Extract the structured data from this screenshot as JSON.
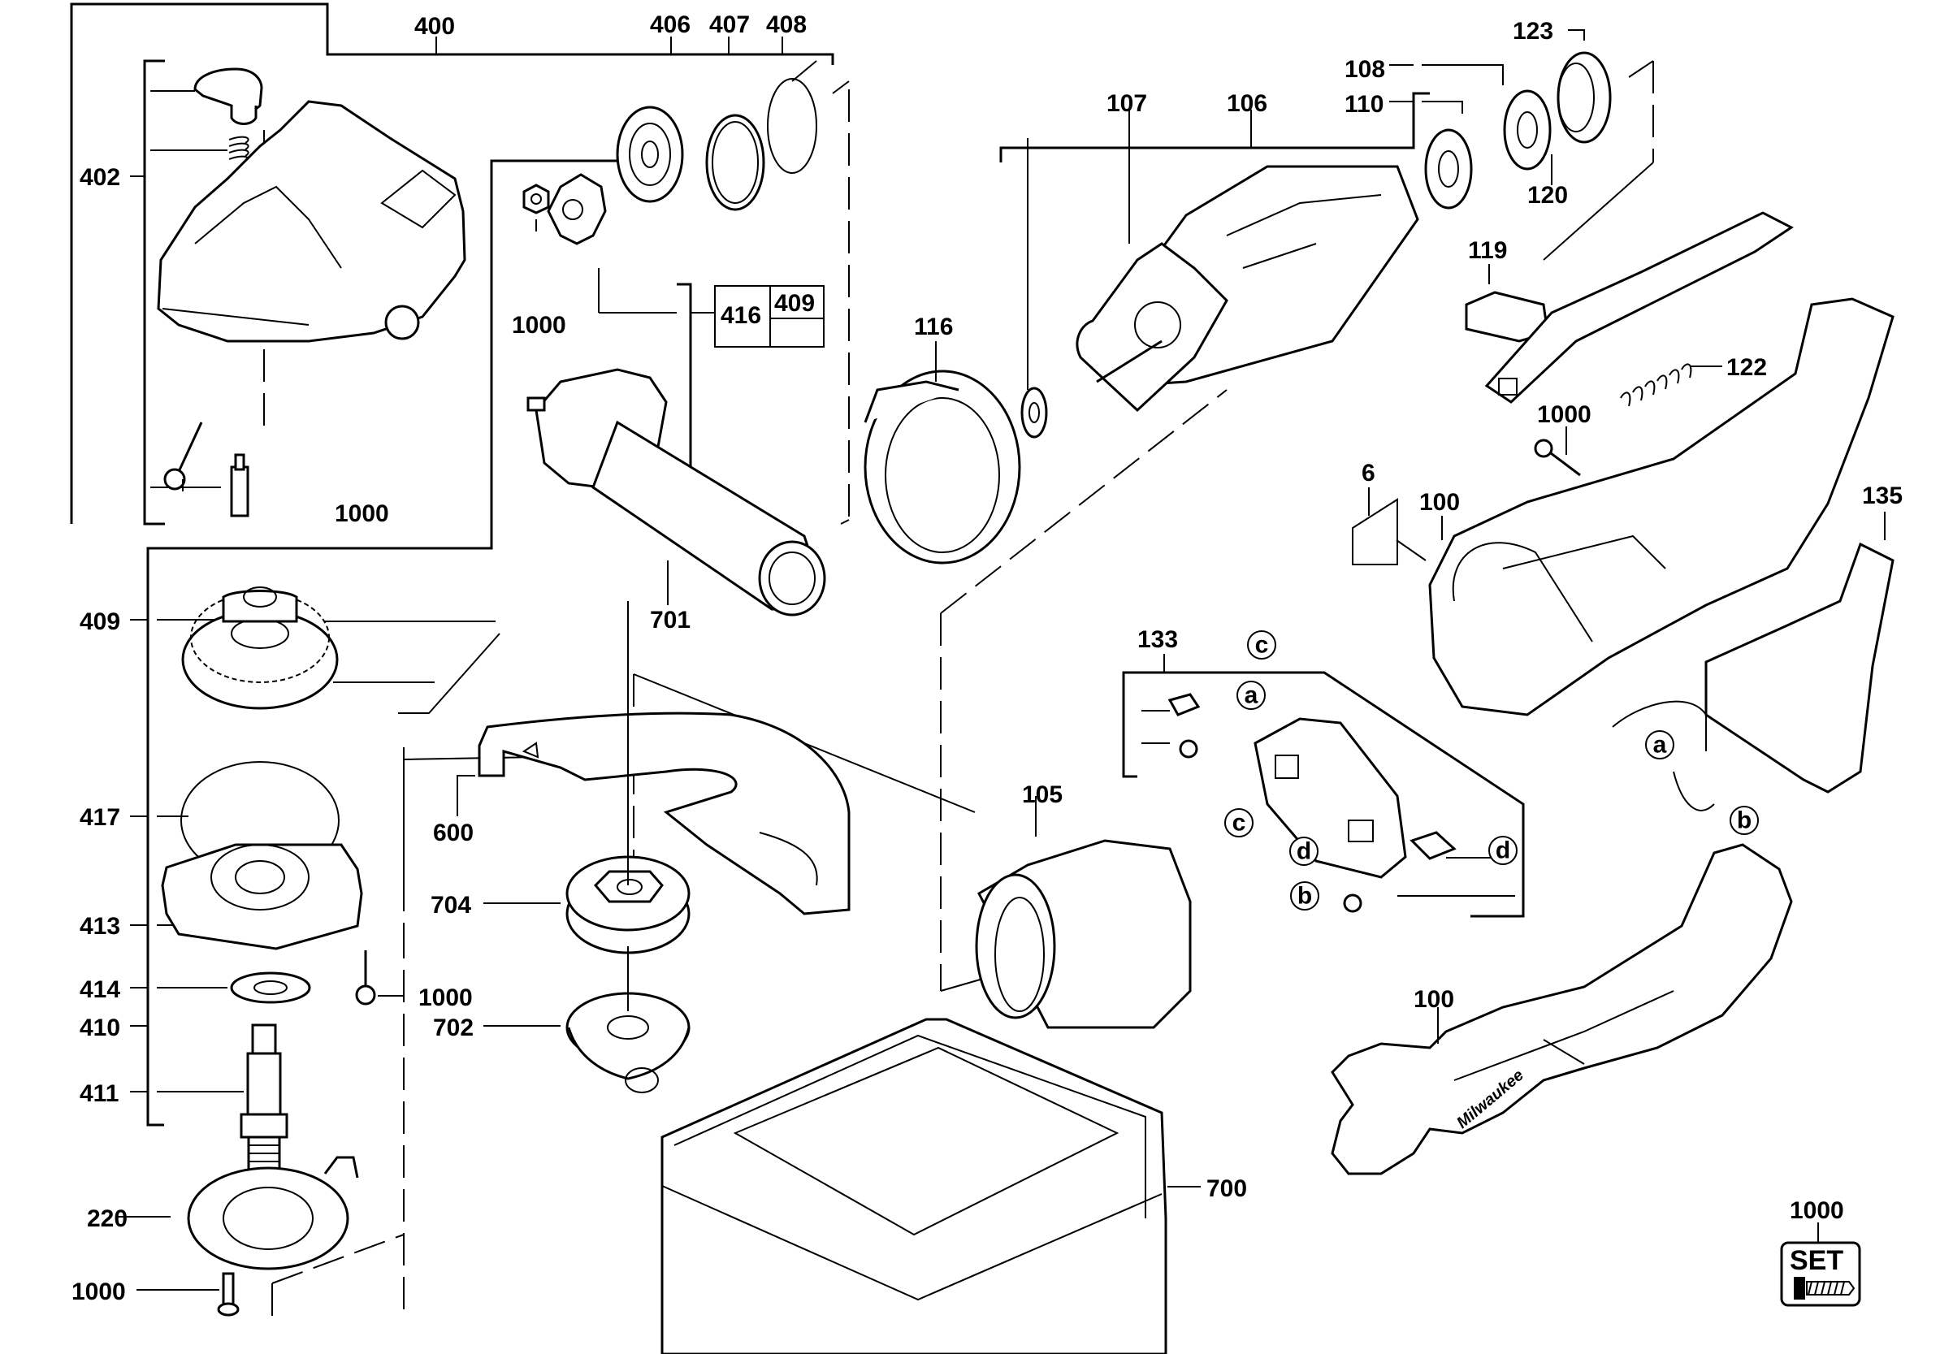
{
  "diagram": {
    "title": "Angle grinder exploded parts diagram",
    "part_labels": {
      "p400": "400",
      "p402": "402",
      "p406": "406",
      "p407": "407",
      "p408": "408",
      "p409_top": "409",
      "p409": "409",
      "p416": "416",
      "p417": "417",
      "p413": "413",
      "p414": "414",
      "p410": "410",
      "p411": "411",
      "p220": "220",
      "p1000_a": "1000",
      "p1000_b": "1000",
      "p1000_c": "1000",
      "p1000_d": "1000",
      "p1000_e": "1000",
      "p1000_set": "1000",
      "p701": "701",
      "p600": "600",
      "p704": "704",
      "p702": "702",
      "p700": "700",
      "p116": "116",
      "p107": "107",
      "p106": "106",
      "p108": "108",
      "p110": "110",
      "p123": "123",
      "p120": "120",
      "p119": "119",
      "p122": "122",
      "p6": "6",
      "p100_a": "100",
      "p100_b": "100",
      "p135": "135",
      "p133": "133",
      "p105": "105"
    },
    "connector_letters": {
      "c1": "c",
      "a1": "a",
      "c2": "c",
      "d1": "d",
      "d2": "d",
      "b1": "b",
      "a2": "a",
      "b2": "b"
    },
    "set_badge": {
      "text": "SET"
    },
    "brand_marking": "Milwaukee"
  }
}
